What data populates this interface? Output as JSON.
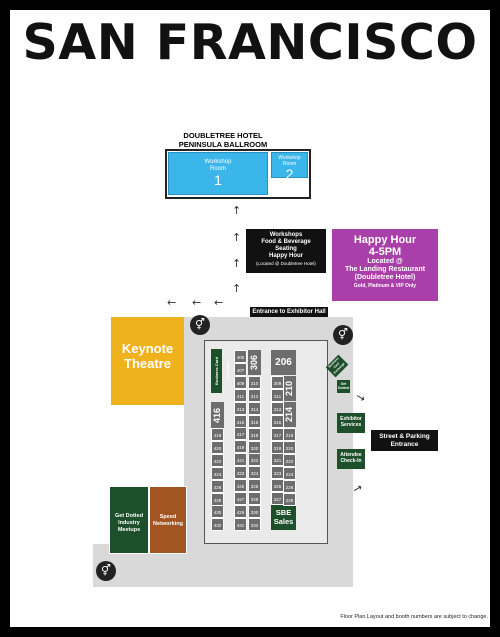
{
  "title": "SAN FRANCISCO",
  "hotel": {
    "name": "DOUBLETREE HOTEL\nPENINSULA BALLROOM",
    "room1_label": "Workshop\nRoom",
    "room1_num": "1",
    "room2_label": "Workshop\nRoom",
    "room2_num": "2"
  },
  "workshops_box": {
    "lines": [
      "Workshops",
      "Food & Beverage",
      "Seating",
      "Happy Hour"
    ],
    "note": "(Located @ Doubletree Hotel)"
  },
  "happy_hour": {
    "title": "Happy Hour",
    "time": "4-5PM",
    "line1": "Located @",
    "line2": "The Landing Restaurant",
    "line3": "(Doubletree Hotel)",
    "tiers": "Gold, Platinum & VIP Only",
    "color": "#a93fa8"
  },
  "entrance_exhibit": "Entrance to Exhibitor Hall",
  "keynote": "Keynote\nTheatre",
  "booths": {
    "col1": [
      "405",
      "407",
      "409",
      "411",
      "413",
      "415",
      "417",
      "419",
      "421",
      "423",
      "425",
      "427",
      "429",
      "431"
    ],
    "col2": [
      "306",
      "310",
      "312",
      "314",
      "316",
      "318",
      "320",
      "322",
      "324",
      "326",
      "328",
      "330",
      "332"
    ],
    "col3": [
      "309",
      "311",
      "313",
      "315",
      "317",
      "319",
      "321",
      "323",
      "325",
      "327"
    ],
    "col4": [
      "210",
      "214",
      "218",
      "220",
      "222",
      "224",
      "226",
      "228"
    ],
    "left_col": [
      "416",
      "418",
      "420",
      "422",
      "424",
      "426",
      "428",
      "430",
      "432"
    ],
    "big_206": "206",
    "big_306": "306",
    "big_210": "210",
    "big_214": "214",
    "big_416": "416",
    "sbe": "SBE\nSales"
  },
  "business_card": "Business Card Exchange",
  "get_dotted_booth": "Get Dotted",
  "exhibitor_services": "Exhibitor Services",
  "attendee_checkin": "Attendee Check-In",
  "street_entrance": "Street & Parking\nEntrance",
  "get_dotted_meetups": "Get Dotted\nIndustry\nMeetups",
  "speed_networking": "Speed\nNetworking",
  "footer": "Floor Plan Layout and booth numbers are subject to change.",
  "icons": {
    "arrow_up": "arrow-up-icon",
    "arrow_left": "arrow-left-icon",
    "arrow_down": "arrow-down-icon",
    "restroom": "restroom-icon"
  },
  "colors": {
    "workshop_blue": "#3ab6ea",
    "keynote_yellow": "#efb21d",
    "green": "#1e4f2b",
    "speed_orange": "#a25521",
    "booth_gray": "#6d6d6d"
  }
}
